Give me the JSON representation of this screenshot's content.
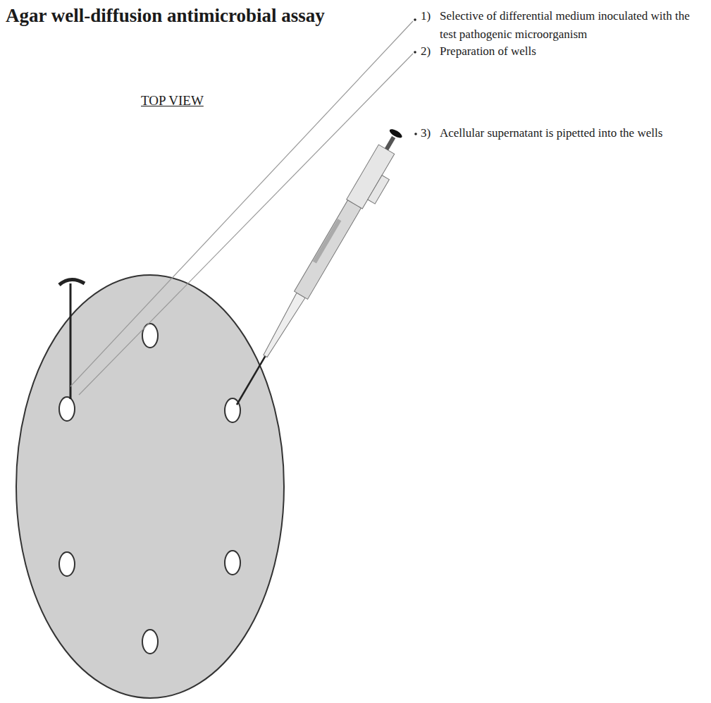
{
  "diagram": {
    "title": "Agar well-diffusion antimicrobial assay",
    "labels": [
      "TOP VIEW",
      "1)",
      "Selective of differential medium inoculated with the test pathogenic microorganism",
      "2)",
      "Preparation of wells",
      "3)",
      "Acellular supernatant is pipetted into the wells"
    ]
  }
}
